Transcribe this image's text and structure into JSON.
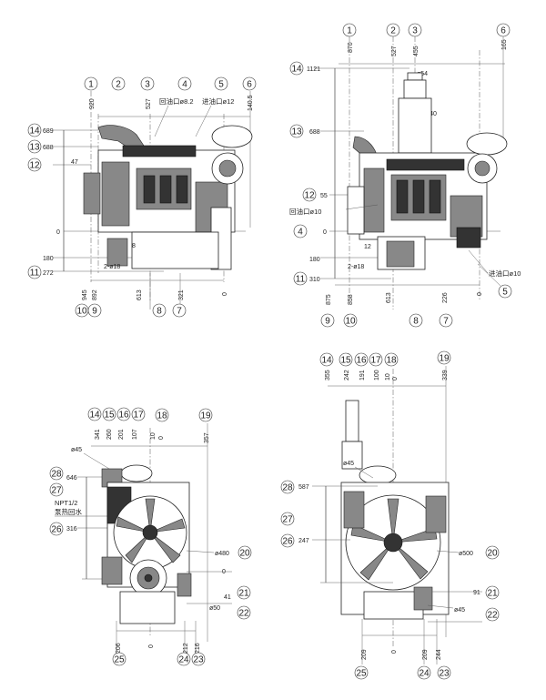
{
  "views": {
    "v1": {
      "callouts_top": [
        "1",
        "2",
        "3",
        "4",
        "5",
        "6"
      ],
      "callouts_left": [
        "14",
        "13",
        "12",
        "11"
      ],
      "callouts_bottom": [
        "10",
        "9",
        "8",
        "7"
      ],
      "dims_top": [
        "920",
        "527",
        "140.5"
      ],
      "dims_left": [
        "689",
        "688",
        "47",
        "0",
        "180",
        "272"
      ],
      "dims_bottom": [
        "945",
        "892",
        "613",
        "321",
        "0"
      ],
      "holes": "2-ø18",
      "return_port": "回油口ø8.2",
      "inlet_port": "进油口ø12",
      "small_dims": [
        "8"
      ]
    },
    "v2": {
      "callouts_top": [
        "1",
        "2",
        "3",
        "6"
      ],
      "callouts_left": [
        "14",
        "13",
        "12",
        "4",
        "11"
      ],
      "callouts_bottom": [
        "9",
        "10",
        "8",
        "7"
      ],
      "callout_right": "5",
      "dims_top": [
        "870",
        "527",
        "455",
        "165"
      ],
      "dims_left": [
        "1121",
        "688",
        "55",
        "0",
        "180",
        "310"
      ],
      "dims_bottom": [
        "875",
        "858",
        "613",
        "226",
        "0"
      ],
      "small_dims": [
        "12"
      ],
      "dim_dia_top": "ø54",
      "dim_dia_filter": "ø140",
      "holes": "2-ø18",
      "return_port": "回油口ø10",
      "inlet_port": "进油口ø10"
    },
    "v3": {
      "callouts_top": [
        "14",
        "15",
        "16",
        "17",
        "18",
        "19"
      ],
      "callouts_left": [
        "28",
        "27",
        "26"
      ],
      "callouts_right": [
        "20",
        "21",
        "22"
      ],
      "callouts_bottom": [
        "25",
        "24",
        "23"
      ],
      "dims_top": [
        "341",
        "260",
        "201",
        "107",
        "10",
        "0",
        "357"
      ],
      "dims_left": [
        "646",
        "316"
      ],
      "dim_dia_top": "ø45",
      "npt": "NPT1/2",
      "water_label": "泵热回水",
      "dim_dia_fan": "ø480",
      "dims_right": [
        "41",
        "0"
      ],
      "dim_dia_port": "ø50",
      "dims_bottom": [
        "206",
        "0",
        "212",
        "216"
      ]
    },
    "v4": {
      "callouts_top": [
        "14",
        "15",
        "16",
        "17",
        "18",
        "19"
      ],
      "callouts_left": [
        "28",
        "27",
        "26"
      ],
      "callouts_right": [
        "20",
        "21",
        "22"
      ],
      "callouts_bottom": [
        "25",
        "24",
        "23"
      ],
      "dims_top": [
        "355",
        "242",
        "191",
        "100",
        "10",
        "0",
        "339"
      ],
      "dims_left": [
        "587",
        "247"
      ],
      "dim_dia_top": "ø45",
      "dim_dia_fan": "ø500",
      "dims_right": [
        "91"
      ],
      "dim_dia_port": "ø45",
      "dims_bottom": [
        "209",
        "0",
        "209",
        "244"
      ]
    }
  }
}
